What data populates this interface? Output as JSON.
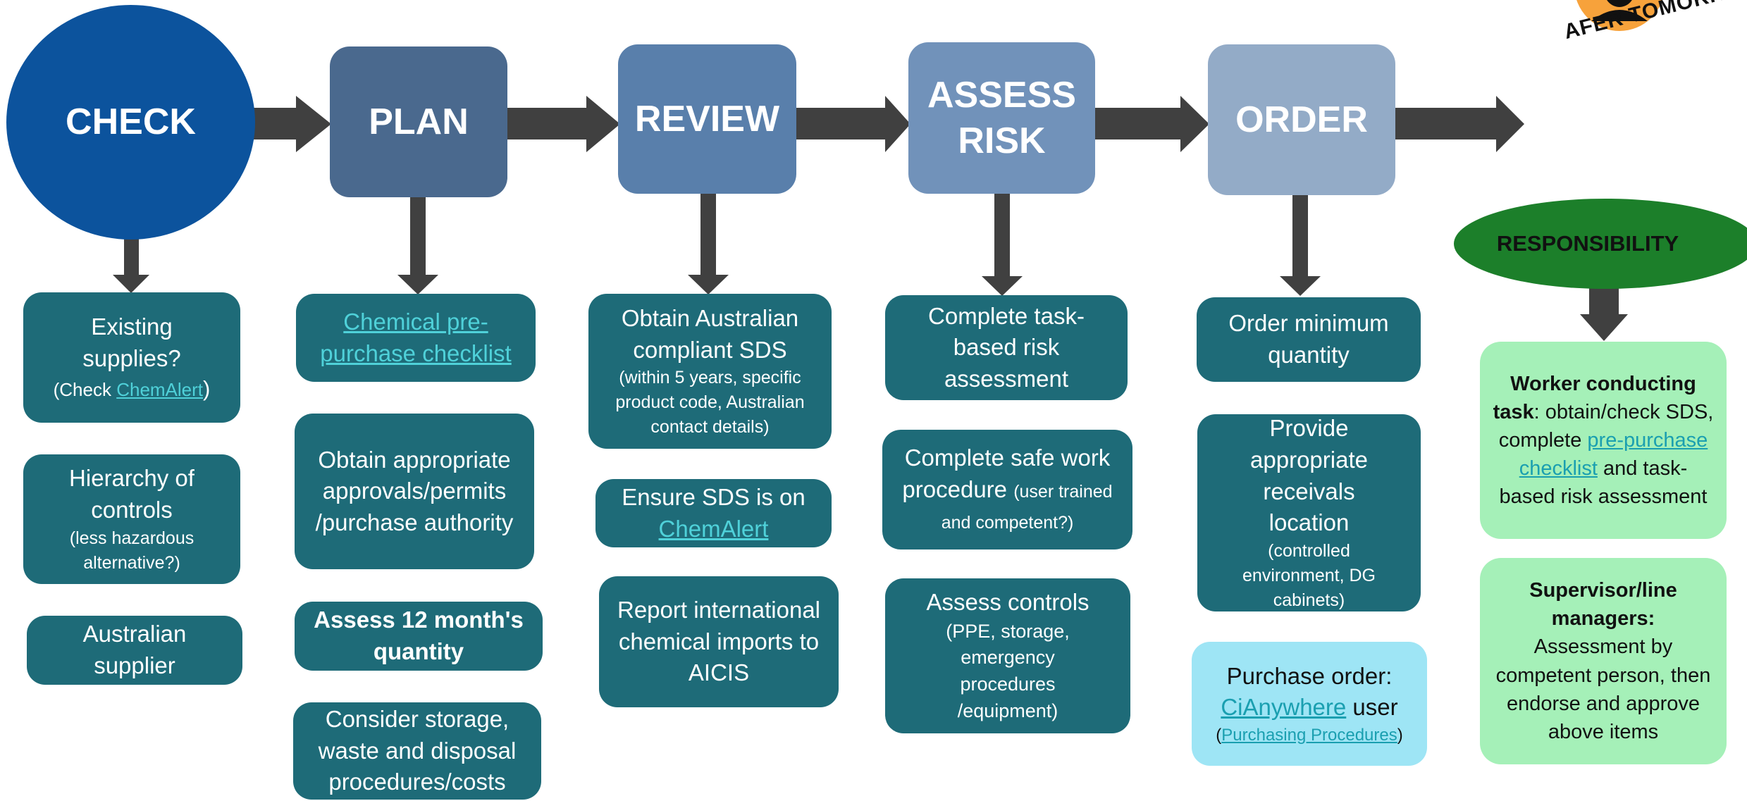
{
  "stages": {
    "check": "CHECK",
    "plan": "PLAN",
    "review": "REVIEW",
    "assess_risk": [
      "ASSESS",
      "RISK"
    ],
    "order": "ORDER"
  },
  "check_items": {
    "existing_supplies": "Existing supplies?",
    "check_prefix": "(Check ",
    "chemalert_link": "ChemAlert",
    "check_suffix": ")",
    "hierarchy_main": "Hierarchy of controls",
    "hierarchy_note": "(less hazardous alternative?)",
    "australian_supplier": "Australian supplier"
  },
  "plan_items": {
    "checklist_link": "Chemical pre-purchase checklist",
    "approvals": "Obtain appropriate approvals/permits /purchase authority",
    "assess_quantity": "Assess 12 month's quantity",
    "storage": "Consider storage, waste and disposal procedures/costs"
  },
  "review_items": {
    "sds_main": "Obtain Australian compliant SDS",
    "sds_note": "(within 5 years, specific product code, Australian contact details)",
    "ensure_sds": "Ensure SDS is on",
    "chemalert_link": "ChemAlert",
    "report_imports": "Report international chemical imports to AICIS"
  },
  "assess_items": {
    "risk_assessment": "Complete task-based risk assessment",
    "swp_main": "Complete safe work procedure",
    "swp_note": "(user trained and competent?)",
    "controls_main": "Assess controls",
    "controls_note": "(PPE, storage, emergency procedures /equipment)"
  },
  "order_items": {
    "minimum_quantity": "Order minimum quantity",
    "receivals_main": "Provide appropriate receivals location",
    "receivals_note": "(controlled environment, DG cabinets)",
    "po_prefix": "Purchase order:",
    "cianywhere_link": "CiAnywhere",
    "po_suffix": " user",
    "paren_open": "(",
    "purchasing_link": "Purchasing Procedures",
    "paren_close": ")"
  },
  "responsibility": {
    "title": "RESPONSIBILITY",
    "worker_bold": "Worker conducting task",
    "worker_text": ": obtain/check SDS, complete ",
    "worker_link": "pre-purchase checklist",
    "worker_tail": " and task-based risk assessment",
    "supervisor_bold": "Supervisor/line managers:",
    "supervisor_text": "Assessment by competent person, then endorse and approve above items"
  },
  "logo": {
    "text": "AFER TOMORRO"
  },
  "colors": {
    "check": "#0c539d",
    "plan": "#4a698e",
    "review": "#597fab",
    "assess_risk": "#7192ba",
    "order": "#93abc7",
    "teal_box": "#1e6b78",
    "responsibility": "#1c7f2a",
    "green_box": "#a5f0b8",
    "purchase_box": "#9ee5f5",
    "arrow": "#404040"
  }
}
